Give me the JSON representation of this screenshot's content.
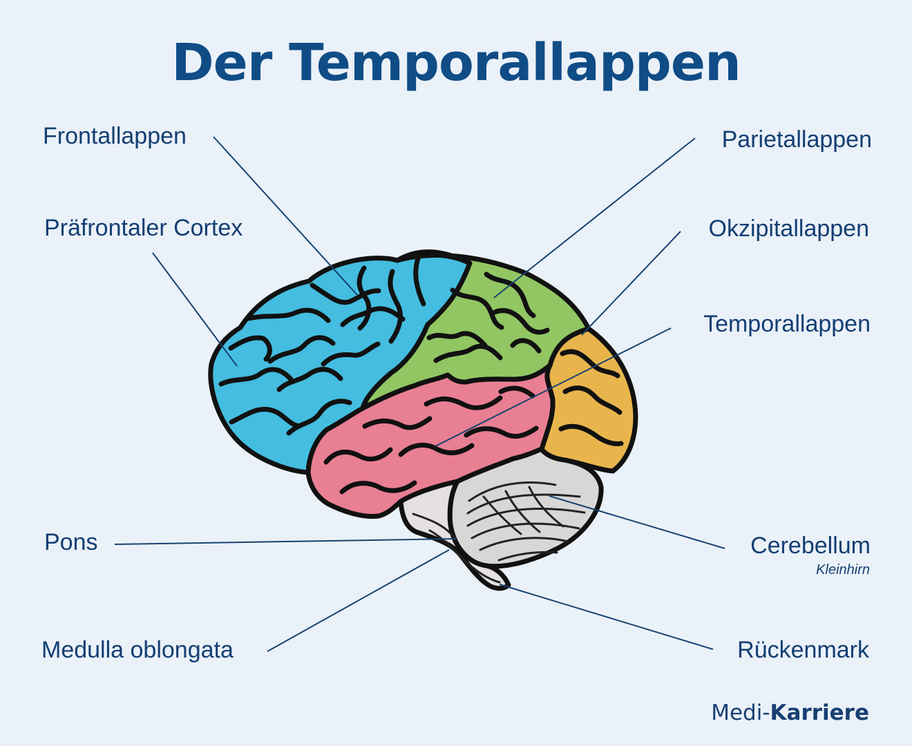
{
  "title": "Der Temporallappen",
  "labels": {
    "frontallappen": "Frontallappen",
    "praefrontaler_cortex": "Präfrontaler Cortex",
    "parietallappen": "Parietallappen",
    "okzipitallappen": "Okzipitallappen",
    "temporallappen": "Temporallappen",
    "pons": "Pons",
    "medulla_oblongata": "Medulla oblongata",
    "cerebellum": "Cerebellum",
    "cerebellum_subtitle": "Kleinhirn",
    "rueckenmark": "Rückenmark"
  },
  "logo": {
    "part1": "Medi-",
    "part2": "Karriere"
  },
  "colors": {
    "background": "#eaf1f8",
    "title": "#104c86",
    "text": "#143e73",
    "frontal": "#44bde0",
    "parietal": "#91c663",
    "occipital": "#e8b54d",
    "temporal": "#e97f93",
    "cerebellum": "#d8d7d6",
    "brainstem": "#e5e1e1",
    "outline": "#111111"
  }
}
